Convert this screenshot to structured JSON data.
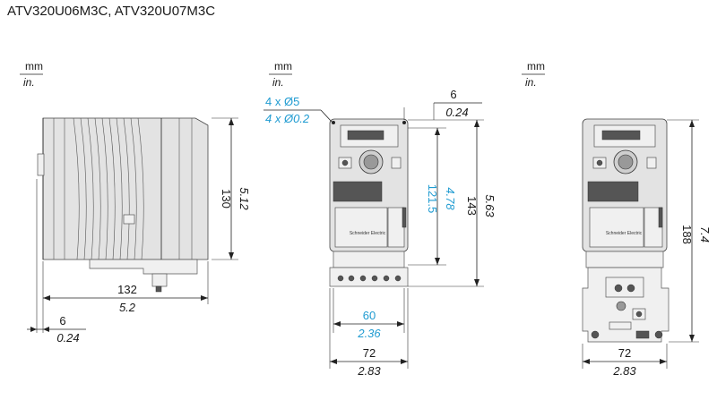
{
  "title": "ATV320U06M3C, ATV320U07M3C",
  "units": {
    "metric": "mm",
    "imperial": "in."
  },
  "side_view": {
    "height_mm": "130",
    "height_in": "5.12",
    "depth_mm": "132",
    "depth_in": "5.2",
    "offset_mm": "6",
    "offset_in": "0.24"
  },
  "front_view": {
    "holes_mm": "4 x Ø5",
    "holes_in": "4 x Ø0.2",
    "top_mm": "6",
    "top_in": "0.24",
    "hole_spacing_v_mm": "121.5",
    "hole_spacing_v_in": "4.78",
    "height_mm": "143",
    "height_in": "5.63",
    "hole_spacing_h_mm": "60",
    "hole_spacing_h_in": "2.36",
    "width_mm": "72",
    "width_in": "2.83",
    "brand_label": "Schneider Electric"
  },
  "emc_view": {
    "height_mm": "188",
    "height_in": "7.4",
    "width_mm": "72",
    "width_in": "2.83",
    "brand_label": "Schneider Electric"
  },
  "colors": {
    "accent": "#1f9bd1",
    "line": "#222222",
    "body": "#e3e3e3"
  }
}
